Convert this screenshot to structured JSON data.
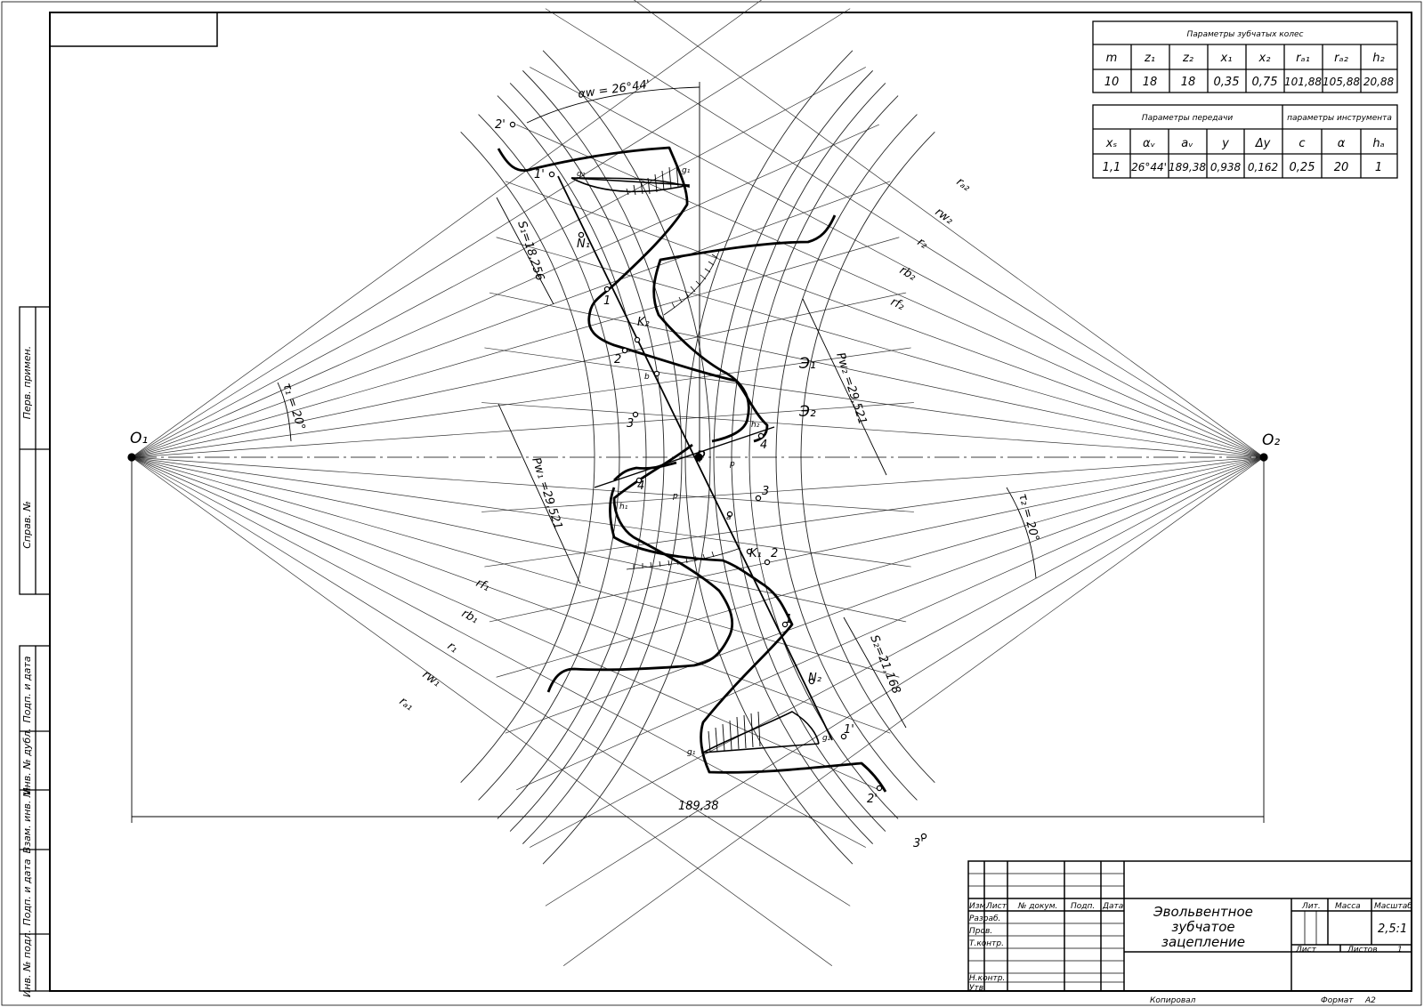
{
  "gear_params": {
    "title": "Параметры зубчатых колес",
    "headers": [
      "m",
      "z₁",
      "z₂",
      "x₁",
      "x₂",
      "rₐ₁",
      "rₐ₂",
      "h₂"
    ],
    "values": [
      "10",
      "18",
      "18",
      "0,35",
      "0,75",
      "101,88",
      "105,88",
      "20,88"
    ]
  },
  "transmission_params": {
    "title_left": "Параметры передачи",
    "title_right": "параметры инструмента",
    "headers": [
      "xₛ",
      "αᵥ",
      "aᵥ",
      "y",
      "Δy",
      "c",
      "α",
      "hₐ"
    ],
    "values": [
      "1,1",
      "26°44'",
      "189,38",
      "0,938",
      "0,162",
      "0,25",
      "20",
      "1"
    ]
  },
  "title_block": {
    "drawing_name": [
      "Эвольвентное",
      "зубчатое",
      "зацепление"
    ],
    "col_labels": [
      "Изм.",
      "Лист",
      "№ докум.",
      "Подп.",
      "Дата"
    ],
    "row_labels": [
      "Разраб.",
      "Пров.",
      "Т.контр.",
      "Н.контр.",
      "Утв."
    ],
    "lit_label": "Лит.",
    "mass_label": "Масса",
    "scale_label": "Масштаб",
    "scale_value": "2,5:1",
    "sheet_label": "Лист",
    "sheets_label": "Листов",
    "sheets_count": "1",
    "copied_label": "Копировал",
    "format_label": "Формат",
    "format_value": "A2"
  },
  "side_stamp": [
    "Перв. примен.",
    "Справ. №",
    "Подп. и дата",
    "Инв. № дубл.",
    "Взам. инв. №",
    "Подп. и дата",
    "Инв. № подл."
  ],
  "labels": {
    "o1": "O₁",
    "o2": "O₂",
    "p": "P",
    "alpha_w": "αw = 26°44'",
    "center_distance": "189,38",
    "tau1": "τ₁ = 20°",
    "tau2": "τ₂ = 20°",
    "s1": "S₁=18,256",
    "s2": "S₂=21,168",
    "pw1": "Pw₁ =29,521",
    "pw2": "Pw₂ =29,521",
    "e1": "Э₁",
    "e2": "Э₂",
    "n1": "N₁",
    "n2": "N₂",
    "k1": "K₁",
    "k2": "K₂",
    "ra1": "rₐ₁",
    "rw1": "rw₁",
    "r1": "r₁",
    "rb1": "rb₁",
    "rf1": "rf₁",
    "ra2": "rₐ₂",
    "rw2": "rw₂",
    "r2": "r₂",
    "rb2": "rb₂",
    "rf2": "rf₂",
    "pt_1": "1",
    "pt_1p": "1'",
    "pt_2": "2",
    "pt_2p": "2'",
    "pt_3": "3",
    "pt_3p": "3'",
    "pt_4": "4",
    "pt_a": "a",
    "pt_b": "b",
    "pt_p": "p",
    "pt_h1": "h₁",
    "pt_h2": "h₂",
    "pt_g1": "g₁",
    "pt_g2": "g₂"
  }
}
